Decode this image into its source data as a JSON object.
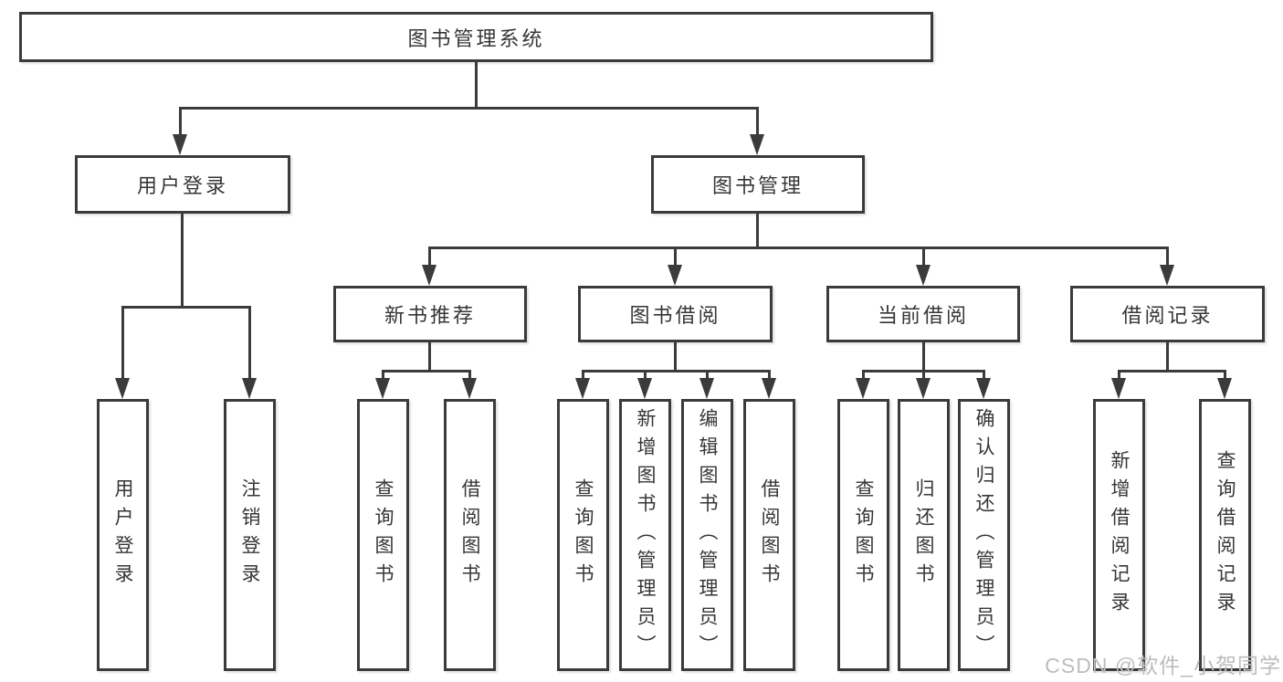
{
  "diagram": {
    "title_note": "",
    "root": "图书管理系统",
    "level2": [
      "用户登录",
      "图书管理"
    ],
    "level3": [
      "新书推荐",
      "图书借阅",
      "当前借阅",
      "借阅记录"
    ],
    "groups": [
      {
        "parent": "用户登录",
        "children": [
          "用户登录",
          "注销登录"
        ]
      },
      {
        "parent": "新书推荐",
        "children": [
          "查询图书",
          "借阅图书"
        ]
      },
      {
        "parent": "图书借阅",
        "children": [
          "查询图书",
          "新增图书（管理员）",
          "编辑图书（管理员）",
          "借阅图书"
        ]
      },
      {
        "parent": "当前借阅",
        "children": [
          "查询图书",
          "归还图书",
          "确认归还（管理员）"
        ]
      },
      {
        "parent": "借阅记录",
        "children": [
          "新增借阅记录",
          "查询借阅记录"
        ]
      }
    ]
  },
  "watermark": "CSDN @软件_小贺同学",
  "colors": {
    "line": "#3b3b3b",
    "text": "#363636",
    "watermark": "#bdbdbd",
    "background": "#ffffff"
  }
}
